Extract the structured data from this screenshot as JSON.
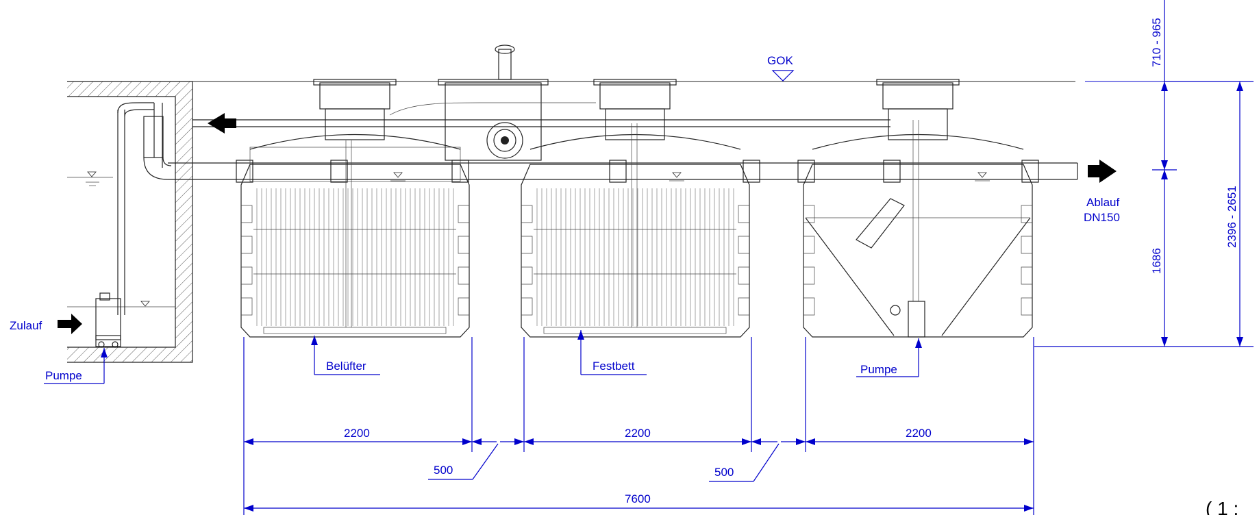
{
  "labels": {
    "gok": "GOK",
    "zulauf": "Zulauf",
    "pumpe_left": "Pumpe",
    "beluefter": "Belüfter",
    "festbett": "Festbett",
    "pumpe_right": "Pumpe",
    "ablauf_line1": "Ablauf",
    "ablauf_line2": "DN150",
    "scale": "( 1 :"
  },
  "dimensions": {
    "tank1_width": "2200",
    "tank2_width": "2200",
    "tank3_width": "2200",
    "gap1": "500",
    "gap2": "500",
    "total_width": "7600",
    "cover_height": "710 - 965",
    "total_height": "2396 - 2651",
    "tank_lower_height": "1686"
  },
  "colors": {
    "dimension_blue": "#0000cc",
    "drawing_black": "#222222"
  }
}
